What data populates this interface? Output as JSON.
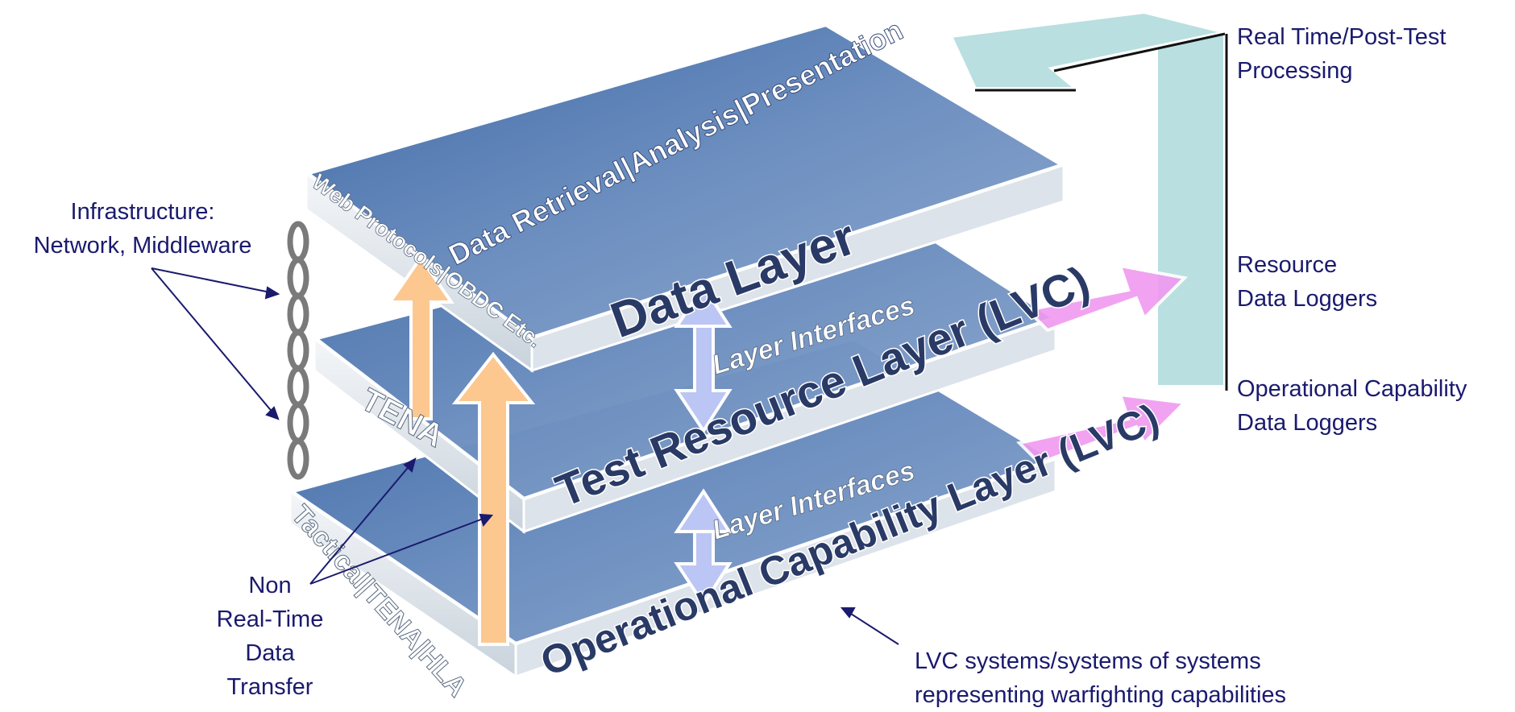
{
  "layers": {
    "data": {
      "title": "Data  Layer",
      "top_text": "Data Retrieval|Analysis|Presentation",
      "side_text": "Web Protocols|OBDC Etc."
    },
    "test_resource": {
      "title": "Test Resource  Layer (LVC)",
      "side_text": "TENA"
    },
    "operational": {
      "title": "Operational Capability  Layer (LVC)",
      "side_text": "Tactical|TENA|HLA"
    }
  },
  "interfaces": {
    "upper": "Layer Interfaces",
    "lower": "Layer Interfaces"
  },
  "labels": {
    "infrastructure": [
      "Infrastructure:",
      "Network, Middleware"
    ],
    "non_real_time": [
      "Non",
      "Real-Time",
      "Data",
      "Transfer"
    ],
    "lvc_systems": [
      "LVC systems/systems of systems",
      "representing warfighting capabilities"
    ],
    "processing": [
      "Real Time/Post-Test",
      "Processing"
    ],
    "resource_loggers": [
      "Resource",
      "Data Loggers"
    ],
    "opcap_loggers": [
      "Operational Capability",
      "Data Loggers"
    ]
  },
  "colors": {
    "label_text": "#1a1a6e",
    "slab_top": "#5a7fb4",
    "slab_edge": "#dfe7ee",
    "layer_title_fill": "#2a3a66",
    "orange_arrow": "#fcc890",
    "interface_arrow": "#bcc6f4",
    "logger_arrow": "#f09af0",
    "processing_arrow": "#b9dfe0"
  }
}
